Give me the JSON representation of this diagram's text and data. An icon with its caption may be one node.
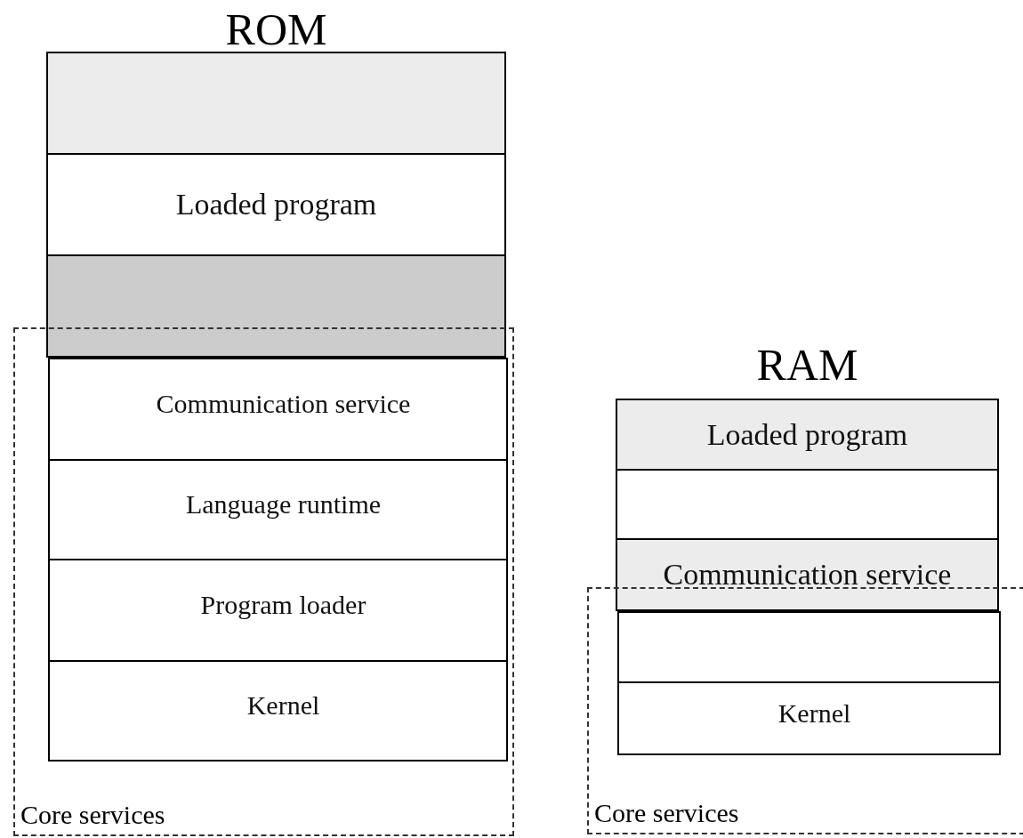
{
  "diagram": {
    "nodes": [
      {
        "text": [
          "ROM"
        ]
      },
      {
        "text": [],
        "shape": "box",
        "in": 0
      },
      {
        "text": [
          "Loaded program"
        ],
        "in": 0
      },
      {
        "text": [],
        "shape": "box",
        "in": 0
      },
      {
        "text": [
          "Core services"
        ]
      },
      {
        "text": [
          "Communication service"
        ],
        "in": 4
      },
      {
        "text": [
          "Language runtime"
        ],
        "in": 4
      },
      {
        "text": [
          "Program loader"
        ],
        "in": 4
      },
      {
        "text": [
          "Kernel"
        ],
        "in": 4
      },
      {
        "text": [
          "RAM"
        ]
      },
      {
        "text": [
          "Loaded program"
        ],
        "in": 9
      },
      {
        "text": [],
        "shape": "box",
        "in": 9
      },
      {
        "text": [
          "Communication service"
        ],
        "in": 9
      },
      {
        "text": [
          "Core services"
        ]
      },
      {
        "text": [],
        "shape": "box",
        "in": 13
      },
      {
        "text": [
          "Kernel"
        ],
        "in": 13
      }
    ],
    "edges": []
  }
}
